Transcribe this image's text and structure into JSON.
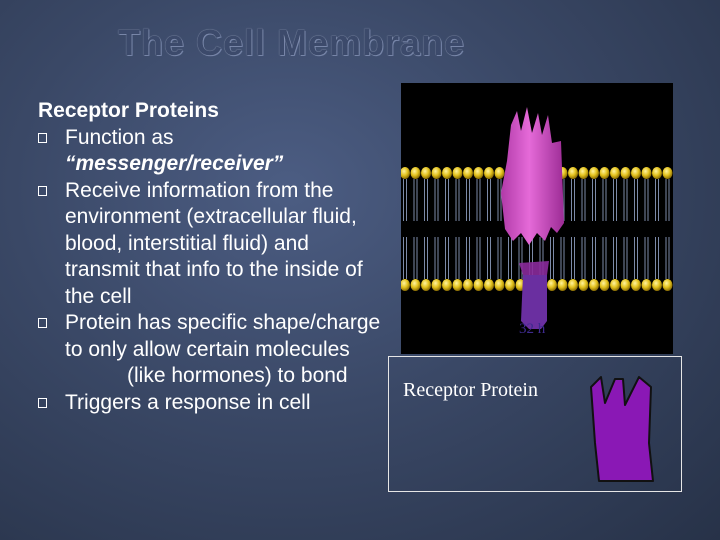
{
  "slide": {
    "title": "The Cell Membrane",
    "heading": "Receptor Proteins",
    "bullets": [
      {
        "line1": "Function as",
        "line2": "“messenger/receiver”"
      },
      {
        "text": "Receive information from the environment (extracellular fluid, blood, interstitial fluid) and transmit that info to the inside of the cell"
      },
      {
        "part1": "Protein has specific shape/charge to only allow certain molecules",
        "part2": "(like hormones) to bond"
      },
      {
        "text": "Triggers a response in cell"
      }
    ]
  },
  "animation": {
    "caption": "32 h"
  },
  "legend": {
    "label": "Receptor Protein"
  },
  "colors": {
    "background": "#3a4866",
    "title": "#3c4a6b",
    "phospholipid_head": "#e3c21d",
    "receptor_magenta": "#d24fc4",
    "receptor_purple": "#8a18b5"
  },
  "icons": {
    "bullet": "hollow-square-bullet"
  }
}
